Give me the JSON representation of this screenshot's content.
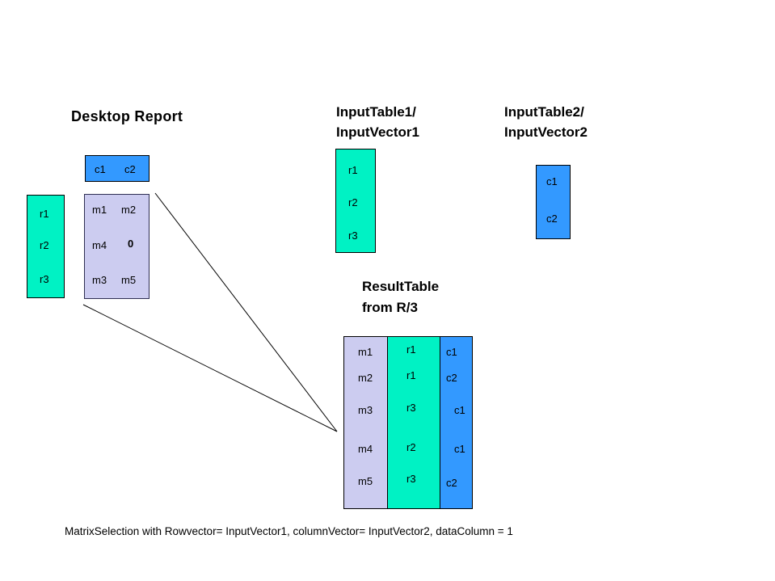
{
  "colors": {
    "blue": "#3399ff",
    "green": "#00f2c4",
    "lavender": "#ccccf0",
    "line": "#000000"
  },
  "desktop_report": {
    "title": "Desktop Report",
    "column_header": [
      "c1",
      "c2"
    ],
    "row_vector": [
      "r1",
      "r2",
      "r3"
    ],
    "matrix": [
      [
        "m1",
        "m2"
      ],
      [
        "m4",
        "0"
      ],
      [
        "m3",
        "m5"
      ]
    ]
  },
  "input1": {
    "title": [
      "InputTable1/",
      "InputVector1"
    ],
    "values": [
      "r1",
      "r2",
      "r3"
    ]
  },
  "input2": {
    "title": [
      "InputTable2/",
      "InputVector2"
    ],
    "values": [
      "c1",
      "c2"
    ]
  },
  "result": {
    "title": [
      "ResultTable",
      "from R/3"
    ],
    "columns": [
      {
        "name": "data-column",
        "values": [
          "m1",
          "m2",
          "m3",
          "m4",
          "m5"
        ]
      },
      {
        "name": "row-vector-column",
        "values": [
          "r1",
          "r1",
          "r3",
          "r2",
          "r3"
        ]
      },
      {
        "name": "column-vector-column",
        "values": [
          "c1",
          "c2",
          "c1",
          "c1",
          "c2"
        ]
      }
    ]
  },
  "caption": "MatrixSelection with Rowvector= InputVector1, columnVector= InputVector2, dataColumn = 1"
}
